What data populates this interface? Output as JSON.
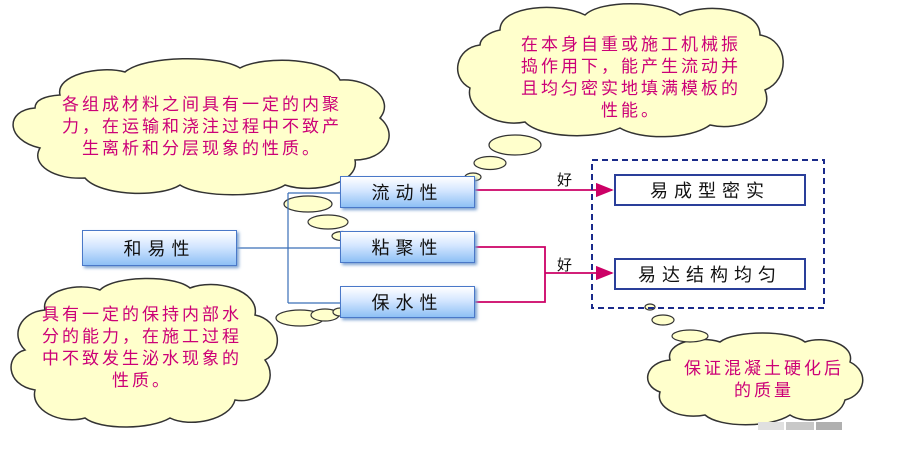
{
  "nodes": {
    "heyixing": "和易性",
    "liudongxing": "流动性",
    "nianjuxing": "粘聚性",
    "baoshuixing": "保水性",
    "yichengxing": "易成型密实",
    "yida": "易达结构均匀"
  },
  "edge_labels": {
    "good_top": "好",
    "good_bottom": "好"
  },
  "clouds": {
    "top_right": "在本身自重或施工机械振捣作用下，能产生流动并且均匀密实地填满模板的性能。",
    "top_left": "各组成材料之间具有一定的内聚力，在运输和浇注过程中不致产生离析和分层现象的性质。",
    "bottom_left": "具有一定的保持内部水分的能力，在施工过程中不致发生泌水现象的性质。",
    "bottom_right": "保证混凝土硬化后的质量"
  },
  "colors": {
    "cloud_text": "#cc0077",
    "cloud_fill": "#ffffcc",
    "cloud_border": "#333333",
    "connector_blue": "#3a6fb8",
    "arrow_magenta": "#cc0066",
    "dashed_frame": "#1a2a8a"
  }
}
